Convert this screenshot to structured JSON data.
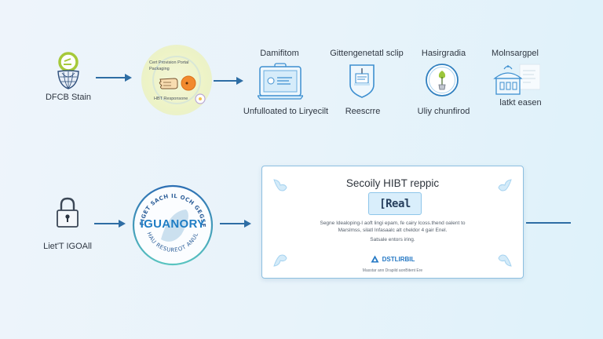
{
  "top_row": {
    "nodes": [
      {
        "id": "dfcb-stain",
        "label": "DFCB Stain",
        "icon": "globe-badge-icon"
      },
      {
        "id": "hand-key",
        "title": "Cert Provision Portal",
        "subtitle": "Packaging",
        "caption": "HBT Responsone",
        "icon": "hand-key-icon"
      },
      {
        "id": "laptop",
        "title": "Damifitom",
        "caption": "Unfulloated to Liryecilt",
        "icon": "laptop-icon"
      },
      {
        "id": "shield",
        "title": "Gittengenetatl sclip",
        "caption": "Reescrre",
        "icon": "shield-document-icon"
      },
      {
        "id": "plant",
        "title": "Hasirgradia",
        "caption": "Uliy chunfirod",
        "icon": "plant-circle-icon"
      },
      {
        "id": "building",
        "title": "Molnsargpel",
        "caption": "latkt easen",
        "icon": "building-document-icon"
      }
    ]
  },
  "bottom_row": {
    "lock": {
      "label": "Liet'T IGOAll",
      "icon": "padlock-icon"
    },
    "seal": {
      "main_text": "IGUANORY",
      "arc_top": "A FIGET SACH IL OCH GEGSFG",
      "arc_bottom": "PUHAU RESUREOT ANULQS",
      "icon": "seal-badge-icon"
    },
    "card": {
      "title": "Secoily HIBT reppic",
      "badge": "[Real",
      "body_line1": "Segne Idealoping-I aoft lingi epam, fe cairy Icoss.thend oalent to",
      "body_line2": "Marslmss, silatl Infasaalc alt cheldor 4 gair Enel.",
      "note": "Satsale entors iring.",
      "brand": "DSTLIRBIL",
      "footer": "Masstar ann Drapild aonBitent Ere"
    }
  },
  "colors": {
    "arrow": "#2e6da4",
    "accent_blue": "#2478c4",
    "accent_green": "#9cc63a",
    "hand_orange": "#f28a2e"
  }
}
